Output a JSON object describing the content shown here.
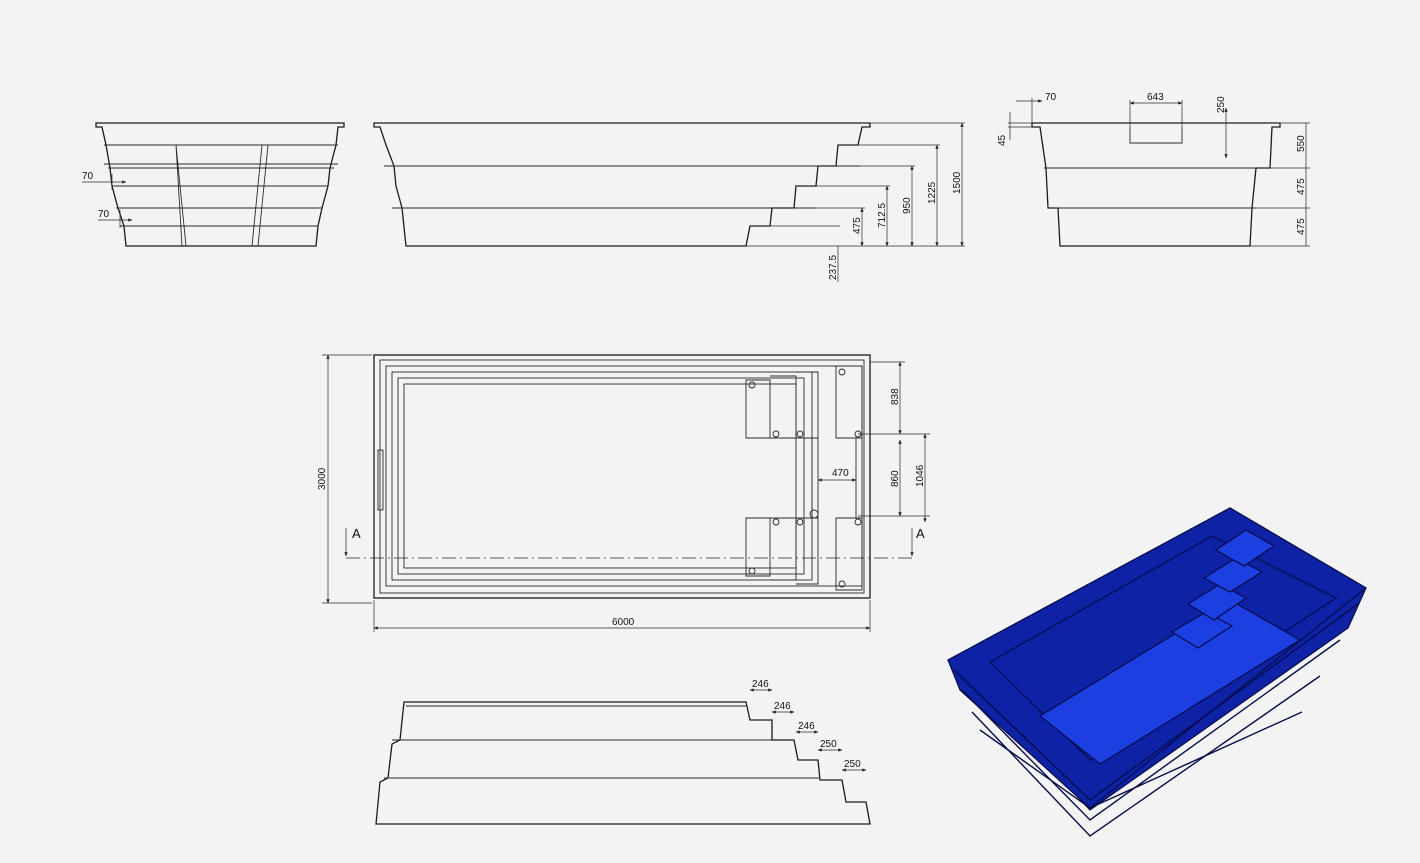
{
  "side_view": {
    "dims": [
      "70",
      "70"
    ]
  },
  "long_section": {
    "dims": [
      "475",
      "712.5",
      "950",
      "1225",
      "1500",
      "237.5"
    ]
  },
  "end_section": {
    "dims": [
      "70",
      "643",
      "250",
      "45",
      "550",
      "475",
      "475"
    ]
  },
  "plan": {
    "length": "6000",
    "width": "3000",
    "step_depth": "470",
    "step_width_a": "838",
    "step_width_b": "860",
    "step_width_c": "1046",
    "section_label": "A"
  },
  "steps_detail": {
    "dims": [
      "246",
      "246",
      "246",
      "250",
      "250"
    ]
  },
  "render": {
    "shell_color": "#0e22a6",
    "interior_color": "#1b3fe0",
    "edge_color": "#050d4a"
  }
}
